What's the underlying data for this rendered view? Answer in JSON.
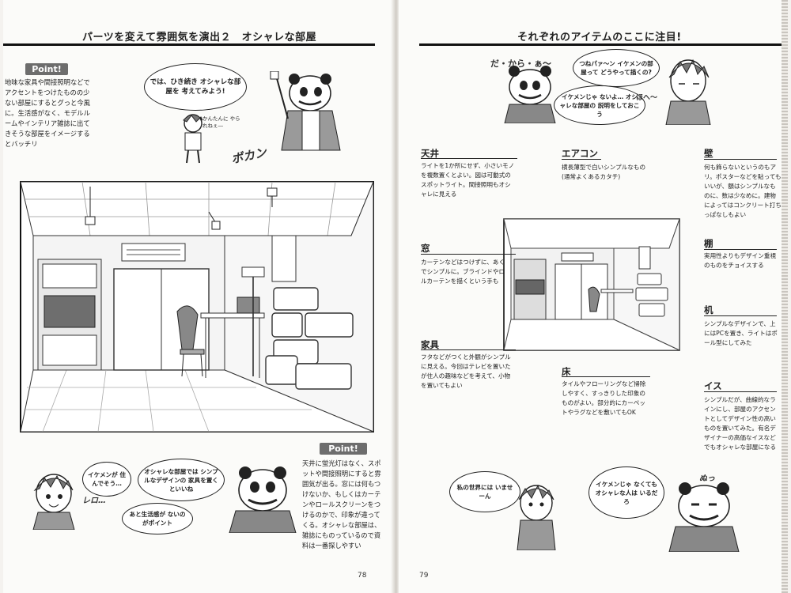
{
  "left_page": {
    "heading": "パーツを変えて雰囲気を演出２　オシャレな部屋",
    "point_label": "Point!",
    "intro_text": "地味な家具や間接照明などでアクセントをつけたものの少ない部屋にするとグっと今風に。生活感がなく、モデルルームやインテリア雑誌に出てきそうな部屋をイメージするとバッチリ",
    "bubble_intro": "では、ひき続き オシャレな部屋を 考えてみよう!",
    "small_aside": "かんたんに やられねぇ―",
    "sfx_bon": "ボカン",
    "point_label_2": "Point!",
    "point_text": "天井に蛍光灯はなく、スポットや間接照明にすると雰囲気が出る。窓には何もつけないか、もしくはカーテンやロールスクリーンをつけるのかで、印象が違ってくる。オシャレな部屋は、雑誌にものっているので資料は一番探しやすい",
    "bubble_ikemen": "イケメンが 住んでそう…",
    "sfx_rero": "レロ…",
    "bubble_oshare": "オシャレな部屋では シンプルなデザインの 家具を置くといいね",
    "bubble_seikatsu": "あと生活感が ないのがポイント",
    "page_number": "78"
  },
  "right_page": {
    "heading": "それぞれのアイテムのここに注目!",
    "bubble_dakara": "だ・から・ぁ〜",
    "bubble_tsune": "つねパァ〜ン イケメンの部屋って どうやって描くの?",
    "bubble_ikemenja": "イケメンじゃ ないよ… オシャレな部屋の 説明をしておこう",
    "bubble_hohe": "ほへ〜",
    "items": {
      "ceiling": {
        "title": "天井",
        "text": "ライトを1か所にせず、小さいモノを複数置くとよい。図は可動式のスポットライト。間接照明もオシャレに見える"
      },
      "aircon": {
        "title": "エアコン",
        "text": "横長薄型で白いシンプルなもの(通常よくあるカタチ)"
      },
      "wall": {
        "title": "壁",
        "text": "何も飾らないというのもアリ。ポスターなどを貼ってもいいが、額はシンプルなものに、数は少なめに。建物によってはコンクリート打ちっぱなしもよい"
      },
      "window": {
        "title": "窓",
        "text": "カーテンなどはつけずに、あくまでシンプルに。ブラインドやロールカーテンを描くという手も"
      },
      "shelf": {
        "title": "棚",
        "text": "実用性よりもデザイン重視のものをチョイスする"
      },
      "desk": {
        "title": "机",
        "text": "シンプルなデザインで、上にはPCを置き、ライトはポール型にしてみた"
      },
      "furniture": {
        "title": "家具",
        "text": "フタなどがつくと外観がシンプルに見える。今回はテレビを置いたが住人の趣味などを考えて、小物を置いてもよい"
      },
      "floor": {
        "title": "床",
        "text": "タイルやフローリングなど掃除しやすく、すっきりした印象のものがよい。部分的にカーペットやラグなどを敷いてもOK"
      },
      "chair": {
        "title": "イス",
        "text": "シンプルだが、曲線的なラインにし、部屋のアクセントとしてデザイン性の高いものを置いてみた。有名デザイナーの高価なイスなどでもオシャレな部屋になる"
      }
    },
    "bubble_sekai": "私の世界には いませーん",
    "bubble_ikemenja_nakute": "イケメンじゃ なくても オシャレな人は いるだろ",
    "sfx_nu": "ぬっ",
    "page_number": "79"
  },
  "colors": {
    "ink": "#222222",
    "badge": "#6d6d6d",
    "paper": "#fbfbf9"
  }
}
